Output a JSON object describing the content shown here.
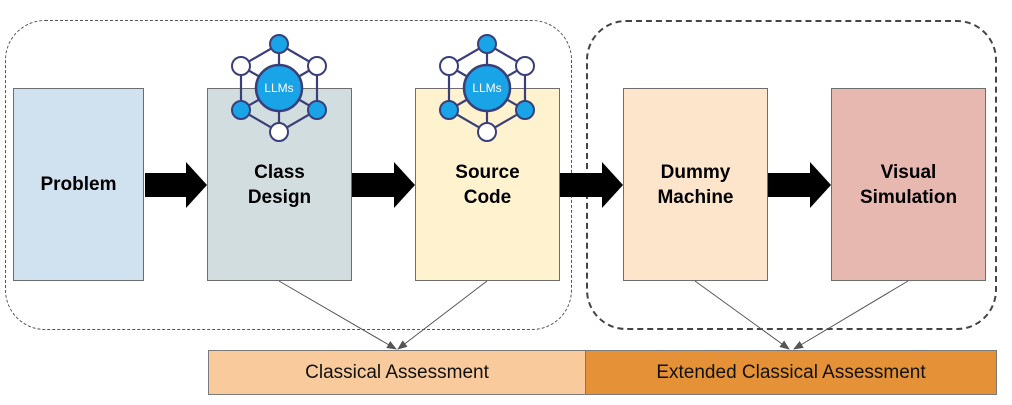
{
  "boxes": {
    "problem": "Problem",
    "class_design": "Class\nDesign",
    "source_code": "Source\nCode",
    "dummy_machine": "Dummy\nMachine",
    "visual_simulation": "Visual\nSimulation"
  },
  "llm_badge": "LLMs",
  "assessments": {
    "classical": "Classical Assessment",
    "extended": "Extended Classical Assessment"
  },
  "colors": {
    "problem": "#d0e1f0",
    "class_design": "#d2dde0",
    "source_code": "#fff2cf",
    "dummy_machine": "#fce5ca",
    "visual_simulation": "#e6b8b0",
    "classical_assessment": "#f8ca9c",
    "extended_assessment": "#e59137",
    "llm_blue": "#1aa4e8",
    "llm_ring": "#3a3f7a"
  }
}
